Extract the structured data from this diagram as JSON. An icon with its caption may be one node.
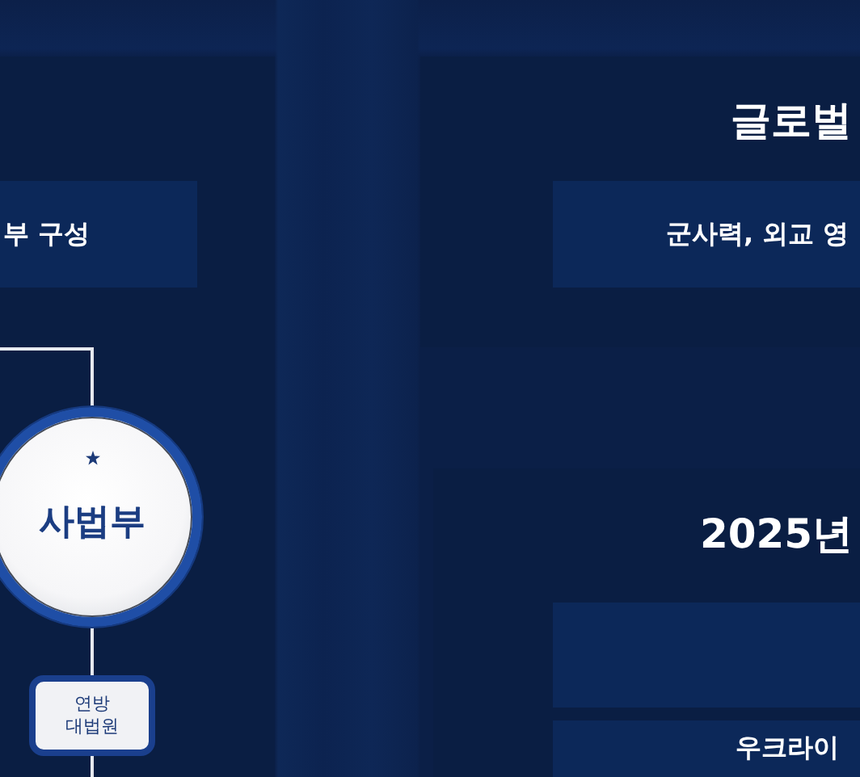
{
  "diagram": {
    "nodes": [
      {
        "text": [],
        "shape": "box"
      },
      {
        "text": [
          "부 구성"
        ],
        "in": 0
      },
      {
        "text": [
          "사법부"
        ],
        "in": 0
      },
      {
        "text": [
          "연방 대법원"
        ],
        "in": 0
      },
      {
        "text": [
          "글로벌"
        ]
      },
      {
        "text": [
          "군사력, 외교 영"
        ],
        "in": 4
      },
      {
        "text": [
          "2025년"
        ]
      },
      {
        "text": [],
        "shape": "box",
        "in": 6
      },
      {
        "text": [
          "우크라이"
        ],
        "in": 6
      }
    ],
    "edges": [
      {
        "from": null,
        "to": 2,
        "arrow": "none"
      },
      {
        "from": 2,
        "to": 3,
        "arrow": "none"
      },
      {
        "from": 3,
        "to": null,
        "arrow": "none"
      }
    ]
  }
}
